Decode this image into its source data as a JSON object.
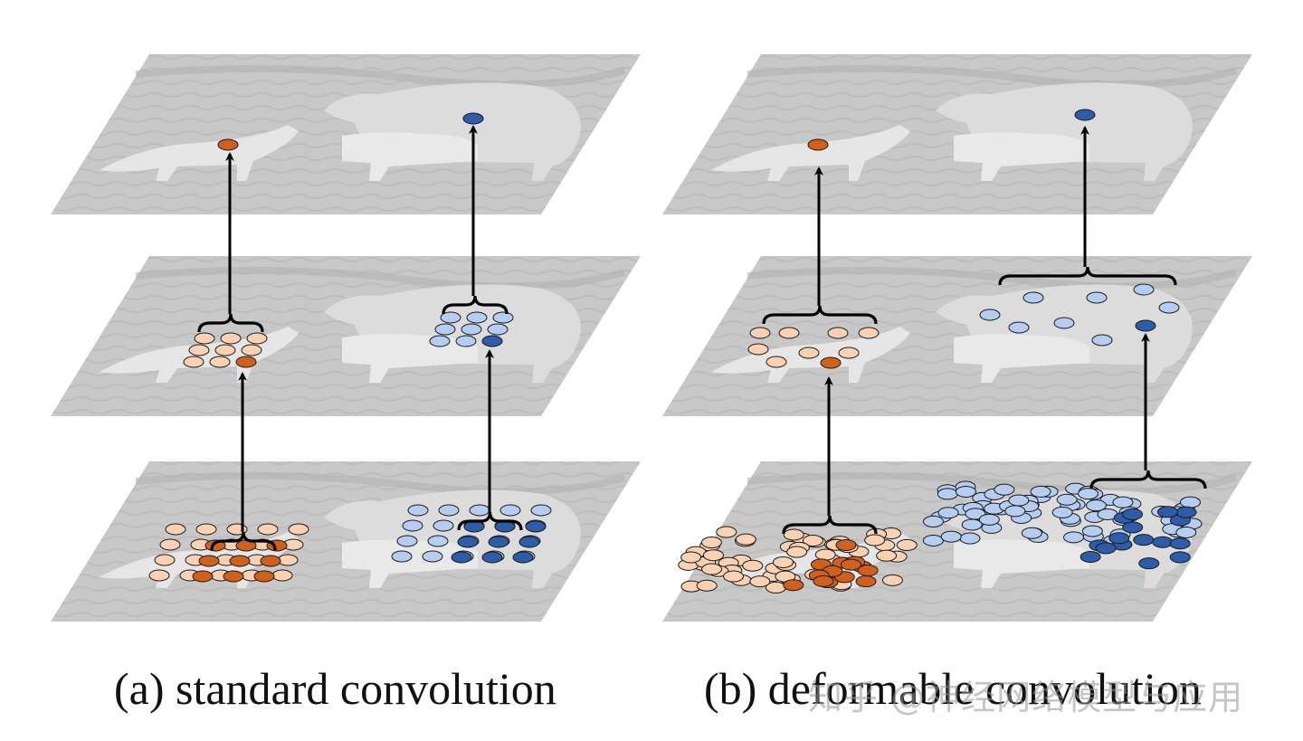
{
  "captions": {
    "standard": "(a) standard convolution",
    "deformable": "(b) deformable convolution"
  },
  "watermark": "知乎 @神经网络模型与应用",
  "colors": {
    "background": "#ffffff",
    "plane": "#c9c9c9",
    "orange_light": "#fbd1b3",
    "orange_dark": "#d2601d",
    "blue_light": "#b5cdf0",
    "blue_dark": "#2f5ca8",
    "outline": "#1a1a1a",
    "arrow": "#000000"
  },
  "panels": [
    {
      "name": "standard-convolution",
      "layers": [
        "top-feature-map",
        "middle-feature-map",
        "bottom-input"
      ],
      "sampling": "regular-grid"
    },
    {
      "name": "deformable-convolution",
      "layers": [
        "top-feature-map",
        "middle-feature-map",
        "bottom-input"
      ],
      "sampling": "learned-offsets"
    }
  ]
}
